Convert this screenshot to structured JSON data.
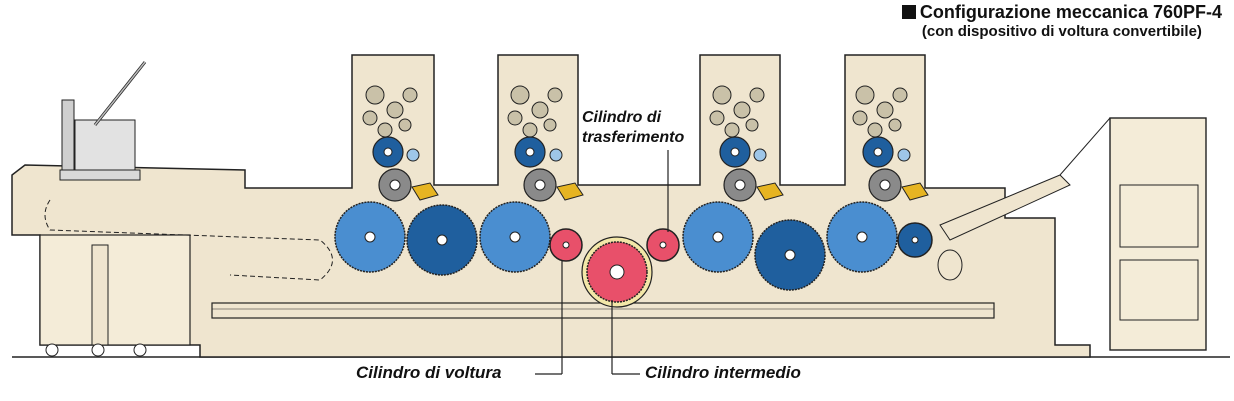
{
  "title": {
    "line1": "Configurazione meccanica 760PF-4",
    "line2": "(con dispositivo di voltura convertibile)"
  },
  "labels": {
    "transfer_line1": "Cilindro di",
    "transfer_line2": "trasferimento",
    "perfecting": "Cilindro di voltura",
    "intermediate": "Cilindro intermedio"
  },
  "colors": {
    "frame": "#efe5cf",
    "outline": "#222222",
    "plate_cylinder": "#1f5f9e",
    "blanket_cylinder": "#4a8ed0",
    "transfer_cylinder": "#e8506a",
    "ink_roller": "#c9c1a8",
    "accent_yellow": "#e6b422",
    "gray_cylinder": "#8a8a8a"
  }
}
